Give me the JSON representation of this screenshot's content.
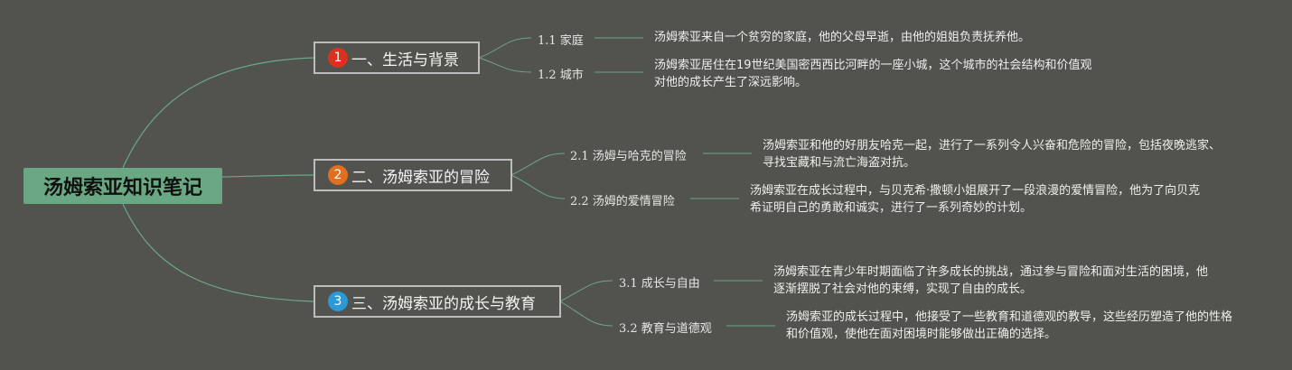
{
  "root": {
    "title": "汤姆索亚知识笔记"
  },
  "branches": [
    {
      "badge": "1",
      "badge_color": "#d9321f",
      "title": "一、生活与背景",
      "subs": [
        {
          "label": "1.1 家庭",
          "text": "汤姆索亚来自一个贫穷的家庭，他的父母早逝，由他的姐姐负责抚养他。"
        },
        {
          "label": "1.2 城市",
          "text": "汤姆索亚居住在19世纪美国密西西比河畔的一座小城，这个城市的社会结构和价值观对他的成长产生了深远影响。"
        }
      ]
    },
    {
      "badge": "2",
      "badge_color": "#e0701f",
      "title": "二、汤姆索亚的冒险",
      "subs": [
        {
          "label": "2.1 汤姆与哈克的冒险",
          "text": "汤姆索亚和他的好朋友哈克一起，进行了一系列令人兴奋和危险的冒险，包括夜晚逃家、寻找宝藏和与流亡海盗对抗。"
        },
        {
          "label": "2.2 汤姆的爱情冒险",
          "text": "汤姆索亚在成长过程中，与贝克希·撒顿小姐展开了一段浪漫的爱情冒险，他为了向贝克希证明自己的勇敢和诚实，进行了一系列奇妙的计划。"
        }
      ]
    },
    {
      "badge": "3",
      "badge_color": "#2a9ad6",
      "title": "三、汤姆索亚的成长与教育",
      "subs": [
        {
          "label": "3.1 成长与自由",
          "text": "汤姆索亚在青少年时期面临了许多成长的挑战，通过参与冒险和面对生活的困境，他逐渐摆脱了社会对他的束缚，实现了自由的成长。"
        },
        {
          "label": "3.2 教育与道德观",
          "text": "汤姆索亚的成长过程中，他接受了一些教育和道德观的教导，这些经历塑造了他的性格和价值观，使他在面对困境时能够做出正确的选择。"
        }
      ]
    }
  ],
  "colors": {
    "background": "#52524f",
    "root_fill": "#6aa883",
    "branch_border": "#bdbdbd",
    "link": "#6aa883"
  }
}
